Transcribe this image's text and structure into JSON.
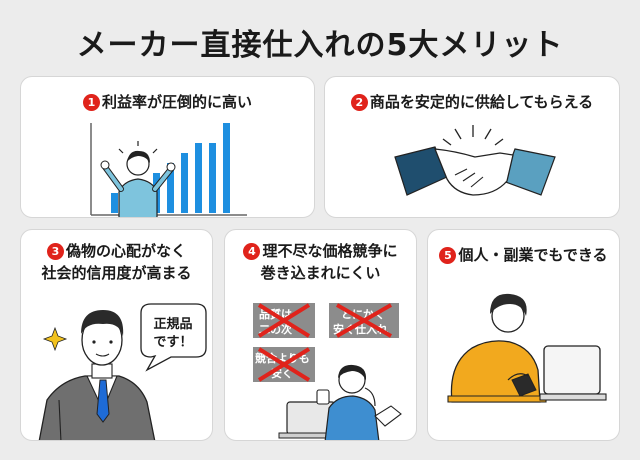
{
  "title": "メーカー直接仕入れの5大メリット",
  "cards": [
    {
      "num": "1",
      "title": "利益率が圧倒的に高い"
    },
    {
      "num": "2",
      "title": "商品を安定的に供給してもらえる"
    },
    {
      "num": "3",
      "title_line1": "偽物の心配がなく",
      "title_line2": "社会的信用度が高まる",
      "bubble_line1": "正規品",
      "bubble_line2": "です！"
    },
    {
      "num": "4",
      "title_line1": "理不尽な価格競争に",
      "title_line2": "巻き込まれにくい",
      "tags": [
        {
          "line1": "品質は",
          "line2": "二の次"
        },
        {
          "line1": "とにかく",
          "line2": "安く仕入れ"
        },
        {
          "line1": "競合よりも",
          "line2": "安く"
        }
      ]
    },
    {
      "num": "5",
      "title": "個人・副業でもできる"
    }
  ],
  "colors": {
    "accent": "#e0231b",
    "bar": "#1e8fe0",
    "sleeve_dark": "#1f4e6e",
    "sleeve_light": "#5aa0c0",
    "sweater": "#f2a91e",
    "tag_bg": "#8c8c8c",
    "cross": "#e0231b"
  },
  "chart_data": {
    "type": "bar",
    "values": [
      2,
      3,
      3,
      4,
      5,
      6,
      7,
      7,
      9
    ]
  }
}
